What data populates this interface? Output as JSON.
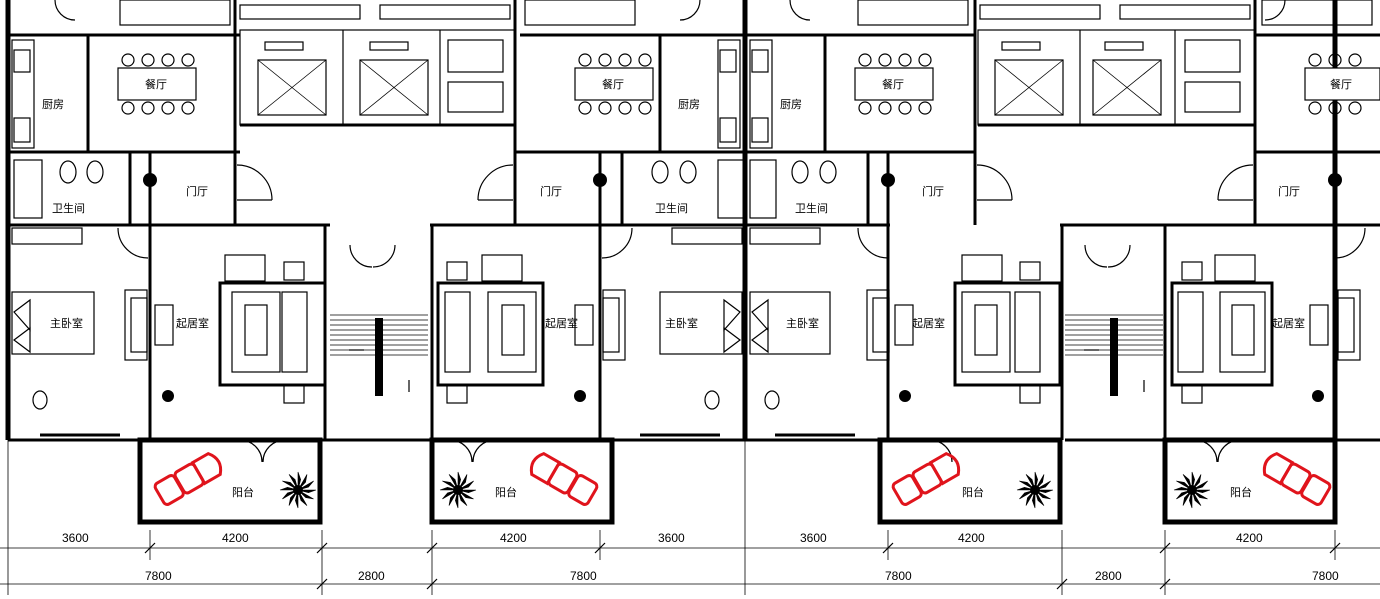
{
  "rooms": {
    "kitchen": "厨房",
    "dining": "餐厅",
    "bathroom": "卫生间",
    "foyer": "门厅",
    "master_bedroom": "主卧室",
    "living_room": "起居室",
    "balcony": "阳台"
  },
  "dimensions": {
    "d3600": "3600",
    "d4200": "4200",
    "d7800": "7800",
    "d2800": "2800"
  },
  "colors": {
    "lines": "#000000",
    "balcony_furniture": "#e0141c"
  },
  "icons": [
    "dining-table-icon",
    "elevator-icon",
    "stair-icon",
    "sofa-icon",
    "bed-icon",
    "toilet-icon",
    "bathtub-icon",
    "door-swing-icon",
    "plant-icon",
    "lounge-chair-icon"
  ]
}
